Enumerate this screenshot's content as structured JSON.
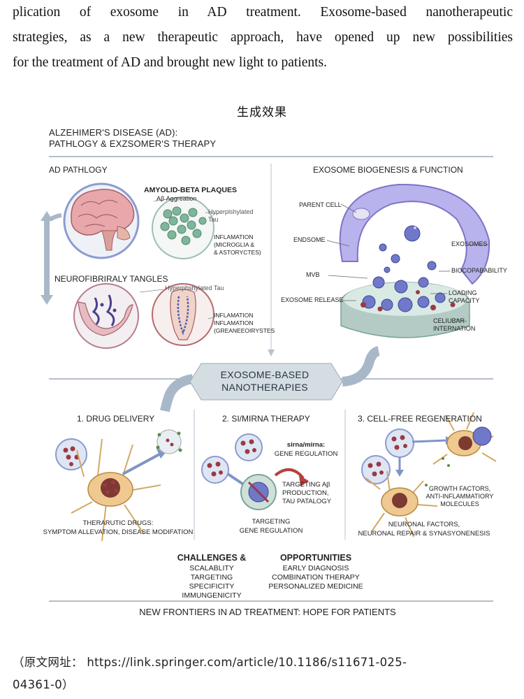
{
  "intro": {
    "line1": "plication of exosome in AD treatment. Exosome-based nanotherapeutic",
    "line2": "strategies, as a new therapeutic approach, have opened up new possibilities",
    "line3": "for the treatment of AD and brought new light to patients."
  },
  "caption": "生成效果",
  "figure": {
    "title_line1": "ALZEHIMER'S DISEASE (AD):",
    "title_line2": "PATHLOGY & EXZSOMER'S THERAPY",
    "pathology": {
      "heading": "AD PATHLOGY",
      "plaques": "AMYOLID-BETA PLAQUES",
      "aggregation": "Aβ Aggreation",
      "hyper_tau_1": "Hyperplshylated",
      "hyper_tau_2": "Tau",
      "inflam_1": "INFLAMATION",
      "inflam_2": "(MICROGLIA &",
      "inflam_3": "& ASTORYCTES)",
      "tangles": "NEUROFIBRIRALY TANGLES",
      "tangles_tau": "Hyperphshylated Tau",
      "inflam_b1": "INFLAMATION",
      "inflam_b2": "INFLAMATION",
      "inflam_b3": "(GREANEEOIRYSTES"
    },
    "biogenesis": {
      "heading": "EXOSOME BIOGENESIS & FUNCTION",
      "parent_cell": "PARENT CELL",
      "endsome": "ENDSOME",
      "exosomes": "EXOSOMES",
      "mvb": "MVB",
      "biocompat": "BIOCOPABABILITY",
      "loading": "LOADING CAPACITY",
      "release": "EXOSOME RELEASE",
      "internation": "CELIUBAR INTERNATION"
    },
    "hub_line1": "EXOSOME-BASED",
    "hub_line2": "NANOTHERAPIES",
    "therapies": [
      {
        "heading": "1. DRUG DELIVERY",
        "caption_1": "THERARUTIC DRUGS:",
        "caption_2": "SYMPTOM ALLEVATION, DISEASE MODIFATION"
      },
      {
        "heading": "2. SI/MIRNA THERAPY",
        "note_1": "sirna/mirna:",
        "note_2": "GENE REGULATION",
        "target_1": "TARGETING Aβ",
        "target_2": "PRODUCTION,",
        "target_3": "TAU PATALOGY",
        "caption_1": "TARGETING",
        "caption_2": "GENE REGULATION"
      },
      {
        "heading": "3. CELL-FREE REGENERATION",
        "growth_1": "GROWTH FACTORS,",
        "growth_2": "ANTI-INFLAMMATIORY",
        "growth_3": "MOLECULES",
        "caption_1": "NEURONAL FACTORS,",
        "caption_2": "NEURONAL REPAIR & SYNASYONENESIS"
      }
    ],
    "challenges": {
      "heading": "CHALLENGES &",
      "items": [
        "SCALABLITY",
        "TARGETING SPECIFICITY",
        "IMMUNGENICITY"
      ]
    },
    "opportunities": {
      "heading": "OPPORTUNITIES",
      "items": [
        "EARLY DIAGNOSIS",
        "COMBINATION THERAPY",
        "PERSONALIZED MEDICINE"
      ]
    },
    "footer": "NEW FRONTIERS IN AD TREATMENT: HOPE FOR PATIENTS"
  },
  "source": {
    "line1": "（原文网址： https://link.springer.com/article/10.1186/s11671-025-",
    "line2": "04361-0）"
  },
  "colors": {
    "rule": "#8a97aa",
    "cell_purple": "#9a8fd6",
    "exosome_blue": "#6f78c9",
    "cargo_red": "#9b3a44",
    "brain_pink": "#e7a7ab",
    "teal_plaque": "#7fb59a",
    "hub_fill": "#d4dde2"
  }
}
